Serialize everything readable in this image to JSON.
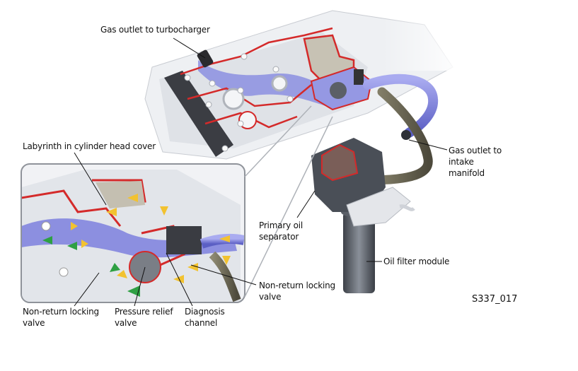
{
  "figure": {
    "code": "S337_017",
    "labels": {
      "gas_outlet_turbo": "Gas outlet to turbocharger",
      "labyrinth": "Labyrinth in cylinder head cover",
      "gas_outlet_intake": "Gas outlet to\nintake\nmanifold",
      "primary_oil_separator": "Primary oil\nseparator",
      "oil_filter_module": "Oil filter module",
      "non_return_right": "Non-return locking\nvalve",
      "non_return_left": "Non-return locking\nvalve",
      "pressure_relief": "Pressure relief\nvalve",
      "diagnosis_channel": "Diagnosis\nchannel"
    }
  },
  "colors": {
    "section_outline": "#d42a2a",
    "gas_flow": "#8c8fe0",
    "oil_flow_arrow": "#f2c230",
    "clean_flow_arrow": "#2ea043",
    "housing": "#e6e8ec",
    "hose_dark": "#6e6a58"
  }
}
